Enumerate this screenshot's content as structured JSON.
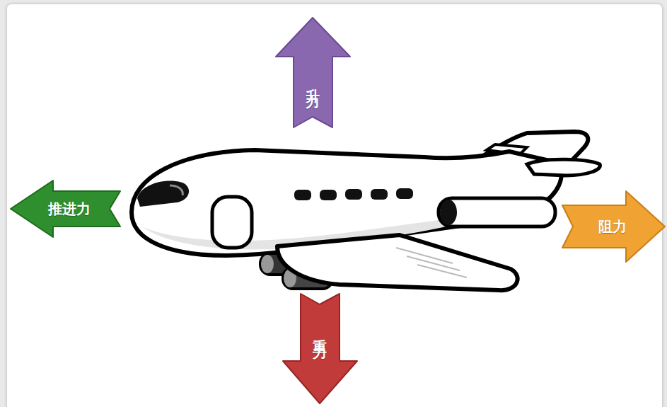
{
  "diagram": {
    "nodes": [
      {
        "text": [
          "升力"
        ]
      },
      {
        "text": [
          "推进力"
        ]
      },
      {
        "text": [
          "阻力"
        ]
      },
      {
        "text": [
          "重力"
        ]
      }
    ]
  }
}
